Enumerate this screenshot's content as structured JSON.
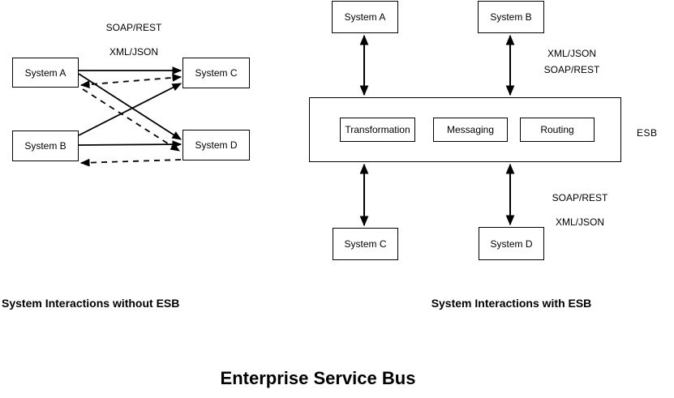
{
  "title": "Enterprise Service Bus",
  "colors": {
    "stroke": "#000000",
    "background": "#ffffff"
  },
  "without_esb": {
    "caption": "System Interactions without ESB",
    "protocol_labels": [
      "SOAP/REST",
      "XML/JSON"
    ],
    "systems": {
      "a": "System A",
      "b": "System B",
      "c": "System C",
      "d": "System D"
    }
  },
  "with_esb": {
    "caption": "System Interactions with ESB",
    "systems": {
      "a": "System A",
      "b": "System B",
      "c": "System C",
      "d": "System D"
    },
    "esb": {
      "label": "ESB",
      "components": [
        "Transformation",
        "Messaging",
        "Routing"
      ]
    },
    "top_protocol_labels": [
      "XML/JSON",
      "SOAP/REST"
    ],
    "bottom_protocol_labels": [
      "SOAP/REST",
      "XML/JSON"
    ]
  }
}
